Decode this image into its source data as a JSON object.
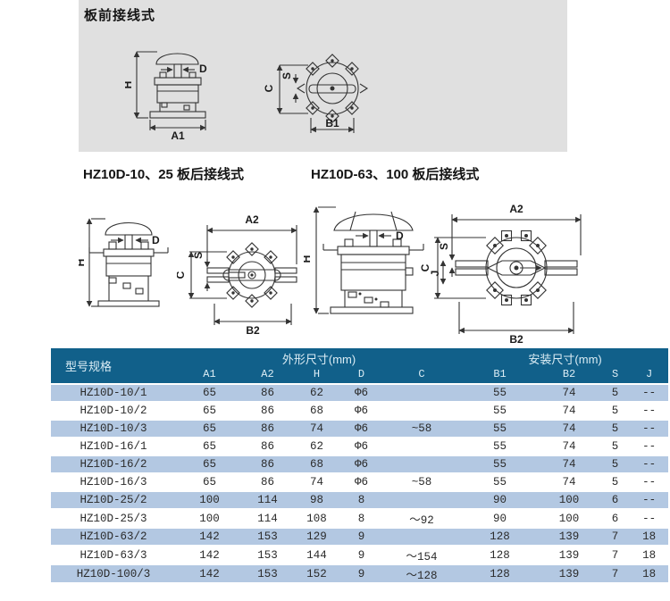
{
  "front_wiring_section": {
    "title": "板前接线式"
  },
  "rear_wiring_small": {
    "title": "HZ10D-10、25 板后接线式"
  },
  "rear_wiring_large": {
    "title": "HZ10D-63、100 板后接线式"
  },
  "dim_labels": {
    "H": "H",
    "D": "D",
    "A1": "A1",
    "A2": "A2",
    "B1": "B1",
    "B2": "B2",
    "C": "C",
    "S": "S",
    "J": "J"
  },
  "table": {
    "model_header": "型号规格",
    "group_outer": "外形尺寸(mm)",
    "group_mount": "安装尺寸(mm)",
    "columns": [
      "A1",
      "A2",
      "H",
      "D",
      "C",
      "B1",
      "B2",
      "S",
      "J"
    ],
    "rows": [
      {
        "model": "HZ10D-10/1",
        "A1": "65",
        "A2": "86",
        "H": "62",
        "D": "Φ6",
        "C": "",
        "B1": "55",
        "B2": "74",
        "S": "5",
        "J": "--"
      },
      {
        "model": "HZ10D-10/2",
        "A1": "65",
        "A2": "86",
        "H": "68",
        "D": "Φ6",
        "C": "",
        "B1": "55",
        "B2": "74",
        "S": "5",
        "J": "--"
      },
      {
        "model": "HZ10D-10/3",
        "A1": "65",
        "A2": "86",
        "H": "74",
        "D": "Φ6",
        "C": "~58",
        "B1": "55",
        "B2": "74",
        "S": "5",
        "J": "--"
      },
      {
        "model": "HZ10D-16/1",
        "A1": "65",
        "A2": "86",
        "H": "62",
        "D": "Φ6",
        "C": "",
        "B1": "55",
        "B2": "74",
        "S": "5",
        "J": "--"
      },
      {
        "model": "HZ10D-16/2",
        "A1": "65",
        "A2": "86",
        "H": "68",
        "D": "Φ6",
        "C": "",
        "B1": "55",
        "B2": "74",
        "S": "5",
        "J": "--"
      },
      {
        "model": "HZ10D-16/3",
        "A1": "65",
        "A2": "86",
        "H": "74",
        "D": "Φ6",
        "C": "~58",
        "B1": "55",
        "B2": "74",
        "S": "5",
        "J": "--"
      },
      {
        "model": "HZ10D-25/2",
        "A1": "100",
        "A2": "114",
        "H": "98",
        "D": "8",
        "C": "",
        "B1": "90",
        "B2": "100",
        "S": "6",
        "J": "--"
      },
      {
        "model": "HZ10D-25/3",
        "A1": "100",
        "A2": "114",
        "H": "108",
        "D": "8",
        "C": "～92",
        "B1": "90",
        "B2": "100",
        "S": "6",
        "J": "--"
      },
      {
        "model": "HZ10D-63/2",
        "A1": "142",
        "A2": "153",
        "H": "129",
        "D": "9",
        "C": "",
        "B1": "128",
        "B2": "139",
        "S": "7",
        "J": "18"
      },
      {
        "model": "HZ10D-63/3",
        "A1": "142",
        "A2": "153",
        "H": "144",
        "D": "9",
        "C": "～154",
        "B1": "128",
        "B2": "139",
        "S": "7",
        "J": "18"
      },
      {
        "model": "HZ10D-100/3",
        "A1": "142",
        "A2": "153",
        "H": "152",
        "D": "9",
        "C": "～128",
        "B1": "128",
        "B2": "139",
        "S": "7",
        "J": "18"
      }
    ]
  },
  "colors": {
    "header_bg": "#11608a",
    "header_text": "#dcedf5",
    "row_alt_bg": "#b3c8e2",
    "row_text": "#2b2b2b",
    "panel_bg": "#e0e0e0",
    "line_color": "#333333"
  }
}
